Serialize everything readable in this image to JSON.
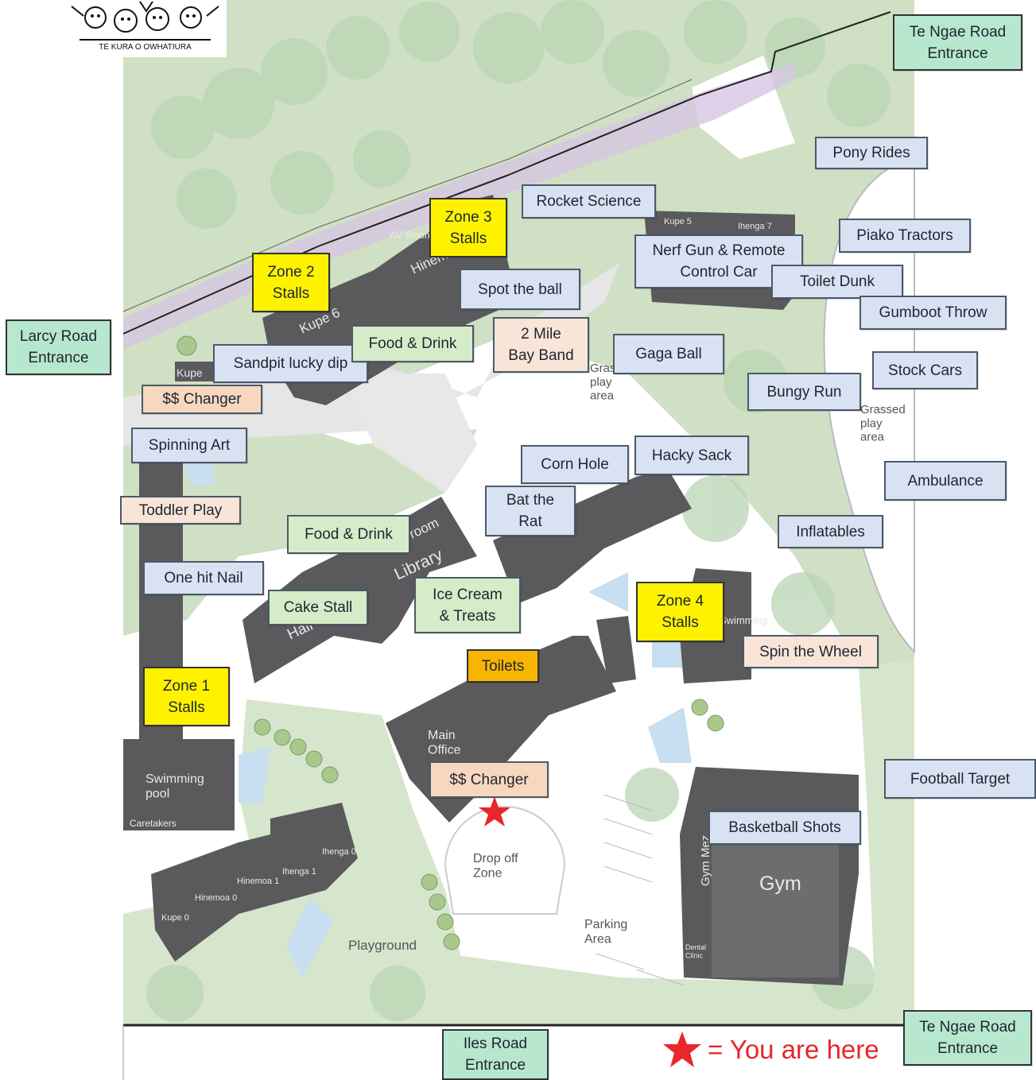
{
  "logo": {
    "caption": "TE KURA O OWHATIURA"
  },
  "labels": {
    "te_ngae_top": "Te Ngae Road\nEntrance",
    "te_ngae_bottom": "Te Ngae Road\nEntrance",
    "larcy_road": "Larcy Road\nEntrance",
    "iles_road": "Iles Road\nEntrance",
    "pony_rides": "Pony Rides",
    "rocket_science": "Rocket Science",
    "piako_tractors": "Piako Tractors",
    "nerf_gun": "Nerf Gun & Remote\nControl Car",
    "toilet_dunk": "Toilet Dunk",
    "gumboot_throw": "Gumboot Throw",
    "spot_the_ball": "Spot the ball",
    "gaga_ball": "Gaga Ball",
    "stock_cars": "Stock Cars",
    "bungy_run": "Bungy Run",
    "sandpit": "Sandpit lucky dip",
    "spinning_art": "Spinning Art",
    "corn_hole": "Corn Hole",
    "hacky_sack": "Hacky Sack",
    "ambulance": "Ambulance",
    "bat_the_rat": "Bat the\nRat",
    "inflatables": "Inflatables",
    "one_hit_nail": "One hit Nail",
    "football_target": "Football Target",
    "basketball_shots": "Basketball Shots",
    "food_drink_top": "Food & Drink",
    "food_drink_mid": "Food & Drink",
    "cake_stall": "Cake Stall",
    "ice_cream": "Ice Cream\n& Treats",
    "band": "2 Mile\nBay Band",
    "changer_top": "$$ Changer",
    "changer_bottom": "$$ Changer",
    "spin_wheel": "Spin the Wheel",
    "toddler_play": "Toddler Play",
    "zone1": "Zone  1\nStalls",
    "zone2": "Zone 2\nStalls",
    "zone3": "Zone 3\nStalls",
    "zone4": "Zone 4\nStalls",
    "toilets": "Toilets"
  },
  "map_text": {
    "av_room": "AV Room",
    "hinemoa_top": "Hinemoa",
    "kupe6": "Kupe 6",
    "kupe_left": "Kupe",
    "kupe5": "Kupe 5",
    "ihenga7": "Ihenga 7",
    "library": "Library",
    "room": "room",
    "hall": "Hall",
    "main_office": "Main\nOffice",
    "swimming_pool": "Swimming\npool",
    "caretakers": "Caretakers",
    "gym": "Gym",
    "gym_mezz": "Gym Mez",
    "dental": "Dental\nClinic",
    "drop_off": "Drop off\nZone",
    "parking": "Parking\nArea",
    "playground": "Playground",
    "grass_play_1": "Grass\nplay\narea",
    "grass_play_2": "Grassed\nplay\narea",
    "swimming_right": "Swimming",
    "ihenga1": "Ihenga 1",
    "hinemoa1": "Hinemoa 1",
    "kupe0": "Kupe 0",
    "hinemoa0": "Hinemoa 0",
    "ihenga0": "Ihenga 0"
  },
  "legend": {
    "text": "= You are here"
  },
  "colors": {
    "grass": "#cfe0c4",
    "tree": "#b9d6b4",
    "building": "#5a5a5c",
    "path": "#ffffff",
    "label_blue": "#d9e2f2",
    "label_green": "#d6ecc8",
    "zone_yellow": "#fff200",
    "entrance_green": "#b7e7cf",
    "star_red": "#e8262c"
  },
  "icons": {
    "star": "star-icon",
    "logo": "school-logo"
  }
}
